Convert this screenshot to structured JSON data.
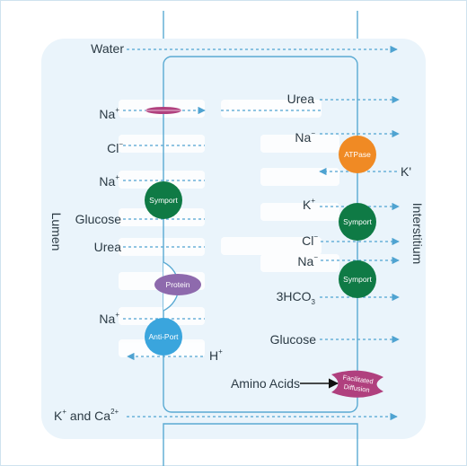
{
  "labels": {
    "lumen": "Lumen",
    "interstitium": "Interstitium",
    "water": "Water",
    "na_1": "Na",
    "na_1_sup": "+",
    "cl_1": "Cl",
    "cl_1_sup": "−",
    "na_2": "Na",
    "na_2_sup": "+",
    "glucose_1": "Glucose",
    "urea_1": "Urea",
    "na_3": "Na",
    "na_3_sup": "+",
    "h": "H",
    "h_sup": "+",
    "k_ca_a": "K",
    "k_ca_a_sup": "+",
    "k_ca_b": " and Ca",
    "k_ca_b_sup": "2+",
    "urea_2": "Urea",
    "na_4": "Na",
    "na_4_sup": "−",
    "k_1": "K'",
    "k_2": "K",
    "k_2_sup": "+",
    "cl_2": "Cl",
    "cl_2_sup": "−",
    "na_5": "Na",
    "na_5_sup": "−",
    "hco3": "3HCO",
    "hco3_sub": "3",
    "glucose_2": "Glucose",
    "amino_acids": "Amino Acids"
  },
  "transporters": {
    "symport_1": "Symport",
    "symport_2": "Symport",
    "symport_3": "Symport",
    "protein": "Protein",
    "antiport": "Anti-Port",
    "atpase": "ATPase",
    "facilitated_line1": "Facilitated",
    "facilitated_line2": "Diffusion"
  },
  "colors": {
    "arrow": "#4fa3d1",
    "membrane": "#5aaad3",
    "panel": "#eaf4fb",
    "symport": "#0f7a45",
    "antiport": "#3aa5dd",
    "protein": "#8e6aad",
    "atpase": "#f08a24",
    "facilitated": "#b0407e",
    "channel": "#b0407e"
  }
}
